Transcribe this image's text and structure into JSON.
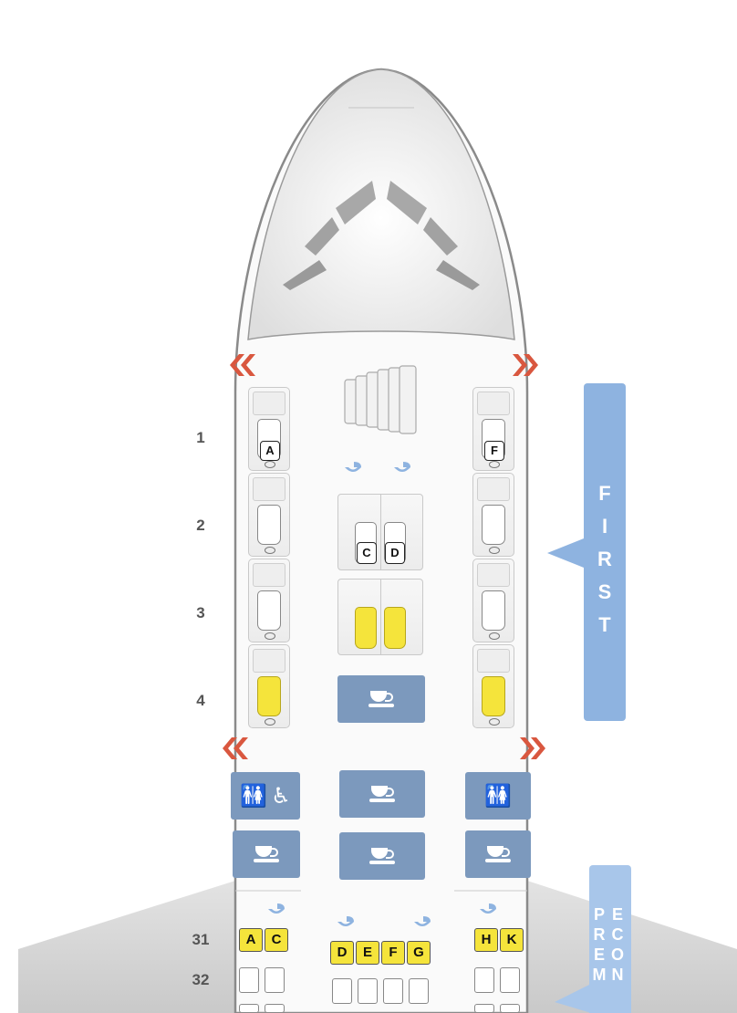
{
  "cabin_classes": {
    "first": {
      "letters": [
        "F",
        "I",
        "R",
        "S",
        "T"
      ],
      "color": "#8eb3e0"
    },
    "premium_economy": {
      "col1": [
        "P",
        "R",
        "E",
        "M"
      ],
      "col2": [
        "E",
        "C",
        "O",
        "N"
      ],
      "color": "#a8c6ea"
    }
  },
  "first_rows": [
    {
      "row": "1",
      "left_seat": "A",
      "left_available": false,
      "right_seat": "F",
      "right_available": false
    },
    {
      "row": "2",
      "left_seat": "",
      "left_available": false,
      "right_seat": "",
      "right_available": false
    },
    {
      "row": "3",
      "left_seat": "",
      "left_available": false,
      "right_seat": "",
      "right_available": false
    },
    {
      "row": "4",
      "left_seat": "",
      "left_available": true,
      "right_seat": "",
      "right_available": true
    }
  ],
  "center_pairs": [
    {
      "row": "2",
      "seats": [
        "C",
        "D"
      ],
      "available": [
        false,
        false
      ]
    },
    {
      "row": "3",
      "seats": [
        "",
        ""
      ],
      "available": [
        true,
        true
      ]
    }
  ],
  "premium_rows": [
    {
      "row": "31",
      "left": [
        "A",
        "C"
      ],
      "center": [
        "D",
        "E",
        "F",
        "G"
      ],
      "right": [
        "H",
        "K"
      ]
    },
    {
      "row": "32",
      "left": [
        "",
        ""
      ],
      "center": [
        "",
        "",
        "",
        ""
      ],
      "right": [
        "",
        ""
      ]
    }
  ],
  "facilities": {
    "galley_icon": "coffee-cup-icon",
    "lavatory_icon": "lavatory-icon",
    "accessible_icon": "wheelchair-icon"
  },
  "colors": {
    "available_seat": "#f5e43b",
    "facility": "#7c99bd",
    "exit_marker": "#d9573f"
  }
}
